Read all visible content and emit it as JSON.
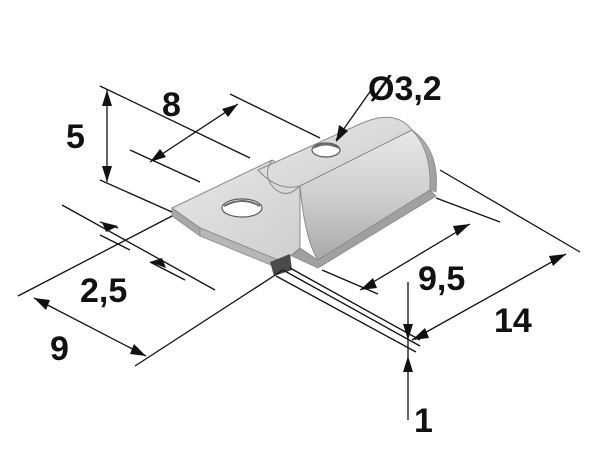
{
  "dimensions": {
    "hole_diameter": "Ø3,2",
    "length_8": "8",
    "height_5": "5",
    "width_2_5": "2,5",
    "width_9": "9",
    "length_9_5": "9,5",
    "length_14": "14",
    "thickness_1": "1"
  },
  "colors": {
    "part_top": "#d9d9d9",
    "part_side": "#b8b8b8",
    "part_front": "#c8c8c8",
    "part_dark": "#555555",
    "line": "#111111"
  }
}
